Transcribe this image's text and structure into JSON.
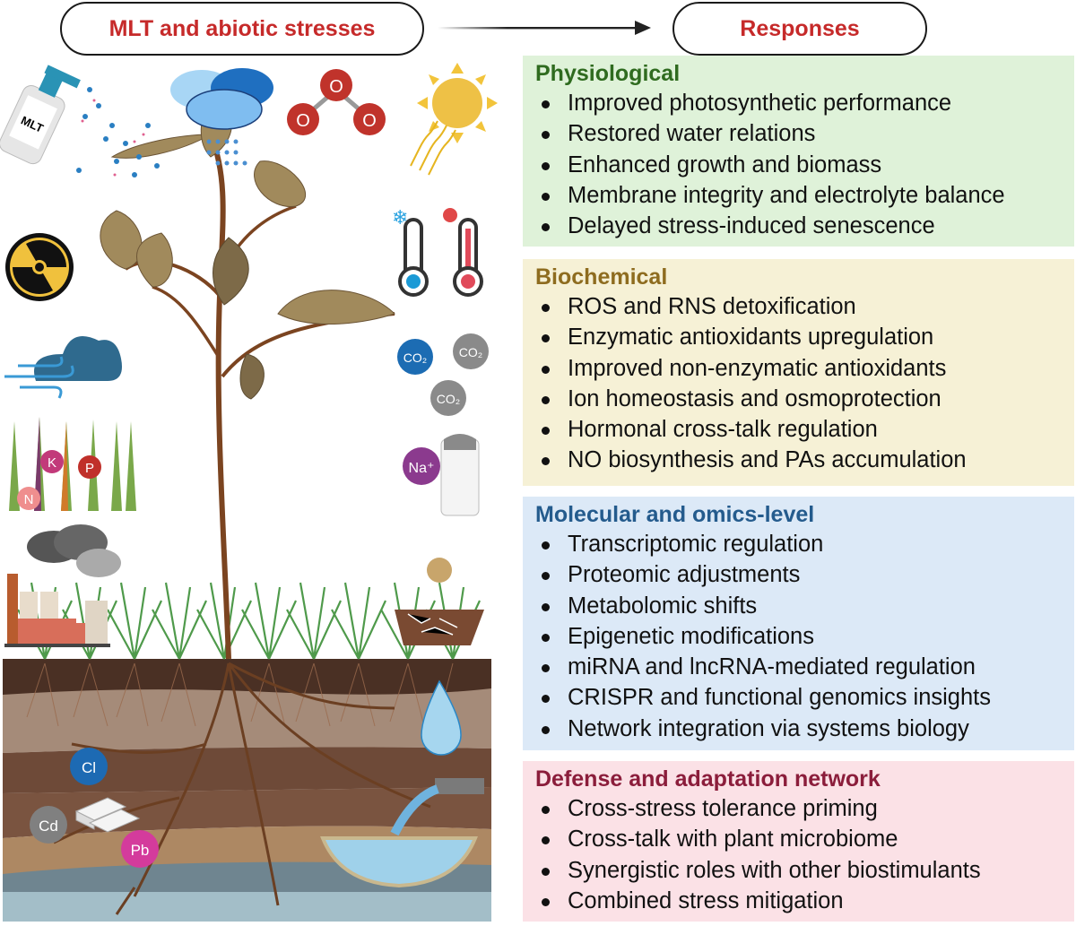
{
  "header": {
    "left_title": "MLT and abiotic stresses",
    "right_title": "Responses"
  },
  "colors": {
    "title_red": "#c62a2a",
    "physiological": "#2f6b1f",
    "biochemical": "#8e6c1f",
    "molecular": "#245b8d",
    "defense": "#8b1d3b"
  },
  "illustration": {
    "spray_bottle_label": "MLT",
    "ozone_atoms": [
      "O",
      "O",
      "O"
    ],
    "co2_labels": [
      "CO₂",
      "CO₂",
      "CO₂"
    ],
    "nutrient_labels": [
      "N",
      "K",
      "P"
    ],
    "salt_ion_label": "Na⁺",
    "heavy_metal_labels": [
      "Cl",
      "Cd",
      "Pb"
    ],
    "icons": [
      "spray-bottle-icon",
      "rain-cloud-icon",
      "ozone-molecule-icon",
      "sun-uv-icon",
      "cold-thermometer-icon",
      "hot-thermometer-icon",
      "radiation-icon",
      "wind-storm-icon",
      "nutrient-deficiency-leaves-icon",
      "salt-shaker-icon",
      "factory-pollution-icon",
      "drought-cracked-soil-icon",
      "water-drop-icon",
      "flood-pipe-icon",
      "metal-ingots-icon",
      "plant-icon",
      "soil-profile-icon"
    ]
  },
  "responses": [
    {
      "title": "Physiological",
      "items": [
        "Improved photosynthetic performance",
        "Restored water relations",
        "Enhanced growth and biomass",
        "Membrane integrity and electrolyte balance",
        "Delayed stress-induced senescence"
      ]
    },
    {
      "title": "Biochemical",
      "items": [
        "ROS and RNS detoxification",
        "Enzymatic antioxidants upregulation",
        "Improved non-enzymatic antioxidants",
        "Ion homeostasis and osmoprotection",
        "Hormonal cross-talk regulation",
        "NO biosynthesis and PAs accumulation"
      ]
    },
    {
      "title": "Molecular and omics-level",
      "items": [
        "Transcriptomic regulation",
        "Proteomic adjustments",
        "Metabolomic shifts",
        "Epigenetic modifications",
        "miRNA and lncRNA-mediated regulation",
        "CRISPR and functional genomics insights",
        "Network integration via systems biology"
      ]
    },
    {
      "title": "Defense and adaptation network",
      "items": [
        "Cross-stress tolerance priming",
        "Cross-talk with plant microbiome",
        "Synergistic roles with other biostimulants",
        "Combined stress mitigation"
      ]
    }
  ]
}
